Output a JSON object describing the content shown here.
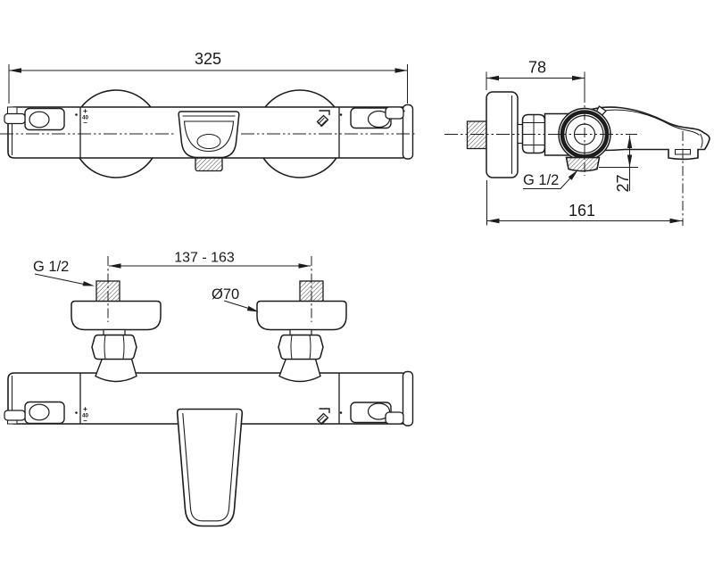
{
  "views": {
    "front": {
      "dim_width": "325",
      "temp_scale": {
        "plus": "+",
        "value": "40",
        "minus": "–"
      }
    },
    "side": {
      "dim_depth": "78",
      "dim_total_depth": "161",
      "dim_outlet_offset": "27",
      "outlet_thread_label": "G 1/2"
    },
    "connections": {
      "inlet_thread_label": "G 1/2",
      "dim_inlet_spacing": "137 - 163",
      "flange_diameter_label": "Ø70",
      "temp_scale": {
        "plus": "+",
        "value": "40",
        "minus": "–"
      }
    }
  }
}
